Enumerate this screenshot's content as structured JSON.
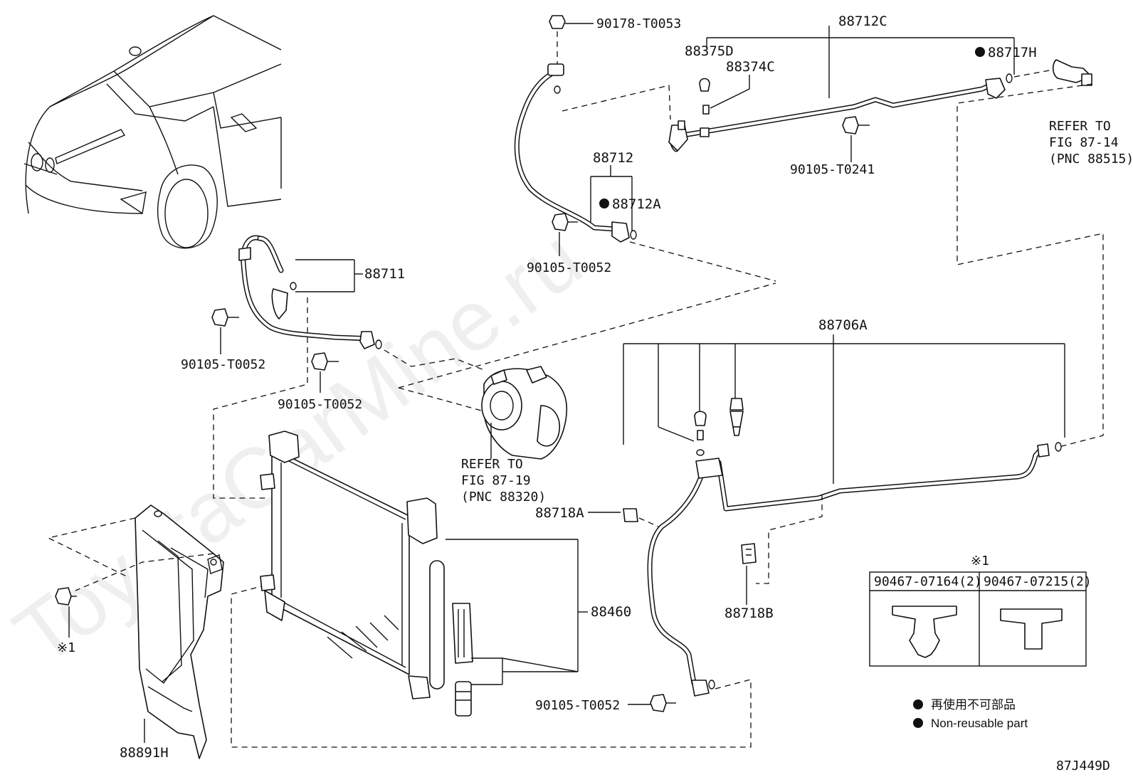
{
  "watermark": "ToyotaCarMine.ru",
  "diagram_code": "87J449D",
  "labels": {
    "p90178_T0053": "90178-T0053",
    "p88712C": "88712C",
    "p88375D": "88375D",
    "p88374C": "88374C",
    "p88717H": "88717H",
    "refer_88515_a": "REFER TO",
    "refer_88515_b": "FIG 87-14",
    "refer_88515_c": "(PNC 88515)",
    "p90105_T0241": "90105-T0241",
    "p88712": "88712",
    "p88712A": "88712A",
    "p90105_T0052_top": "90105-T0052",
    "p88711": "88711",
    "p90105_T0052_left": "90105-T0052",
    "p90105_T0052_mid": "90105-T0052",
    "p88706A": "88706A",
    "refer_88320_a": "REFER TO",
    "refer_88320_b": "FIG 87-19",
    "refer_88320_c": "(PNC 88320)",
    "p88718A": "88718A",
    "p88718B": "88718B",
    "p88460": "88460",
    "p88891H": "88891H",
    "p90105_T0052_bottom": "90105-T0052",
    "ref_mark_left": "※1"
  },
  "clip_table": {
    "header_mark": "※1",
    "col1": "90467-07164(2)",
    "col2": "90467-07215(2)"
  },
  "legend": {
    "line1": "再使用不可部品",
    "line2": "Non-reusable part"
  }
}
